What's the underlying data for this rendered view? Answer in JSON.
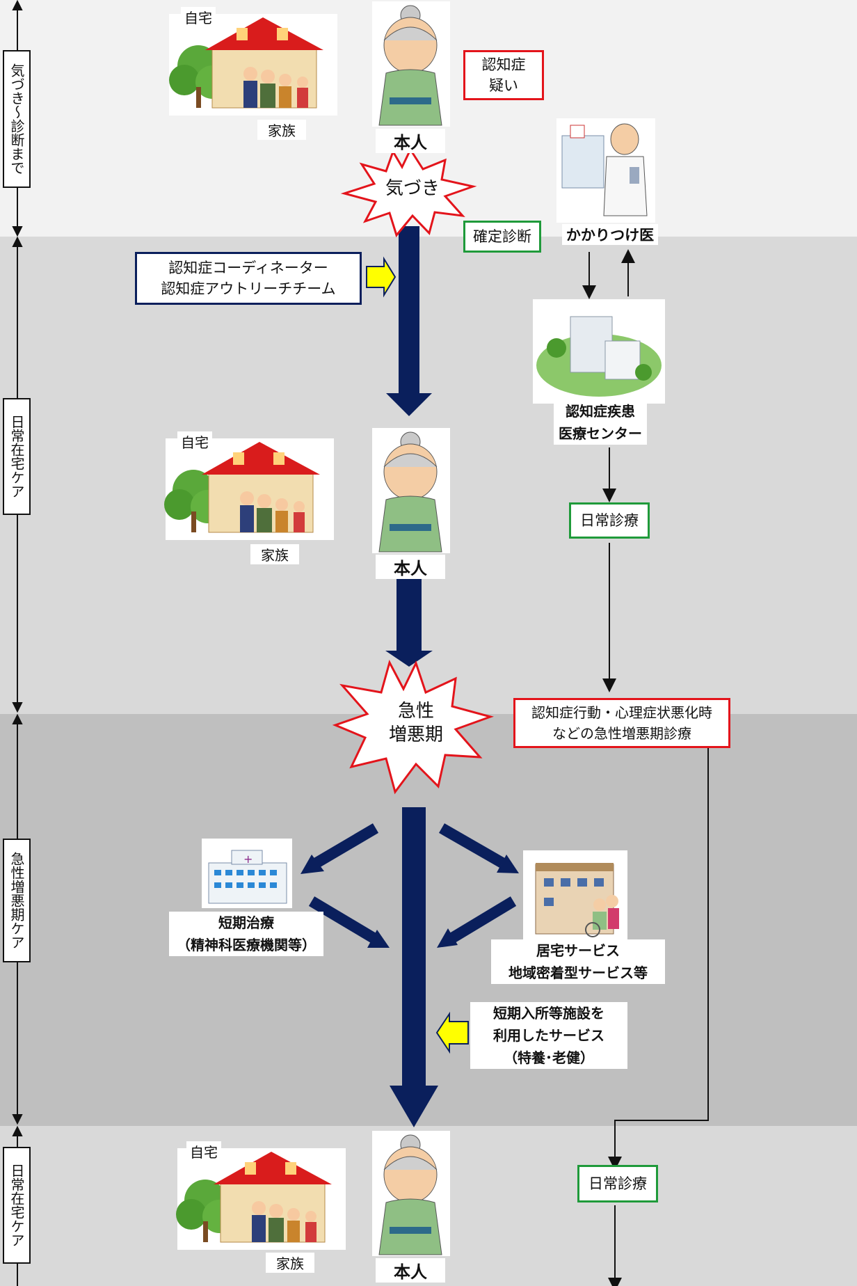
{
  "colors": {
    "navy": "#0a1f5c",
    "red_border": "#e3141b",
    "green_border": "#1f9a3a",
    "yellow_arrow": "#ffff00",
    "band1": "#f2f2f2",
    "band2": "#d9d9d9",
    "band3": "#bfbfbf"
  },
  "phases": [
    {
      "label": "気づき～診断まで"
    },
    {
      "label": "日常在宅ケア"
    },
    {
      "label": "急性増悪期ケア"
    },
    {
      "label": "日常在宅ケア"
    }
  ],
  "home1": {
    "home": "自宅",
    "family": "家族",
    "person": "本人"
  },
  "home2": {
    "home": "自宅",
    "family": "家族",
    "person": "本人"
  },
  "home3": {
    "home": "自宅",
    "family": "家族",
    "person": "本人"
  },
  "suspect": "認知症\n疑い",
  "notice_burst": "気づき",
  "confirm_diag": "確定診断",
  "gp": "かかりつけ医",
  "center": "認知症疾患\n医療センター",
  "coordinator": "認知症コーディネーター\n認知症アウトリーチチーム",
  "daily_care1": "日常診療",
  "acute_burst": "急性\n増悪期",
  "acute_care": "認知症行動・心理症状悪化時\nなどの急性増悪期診療",
  "short_treat": "短期治療\n（精神科医療機関等）",
  "home_service": "居宅サービス\n地域密着型サービス等",
  "short_stay": "短期入所等施設を\n利用したサービス\n（特養･老健）",
  "daily_care2": "日常診療",
  "icons": [
    "house-family-icon",
    "grandma-icon",
    "doctor-clinic-icon",
    "hospital-complex-icon",
    "clinic-building-icon",
    "care-facility-icon"
  ]
}
